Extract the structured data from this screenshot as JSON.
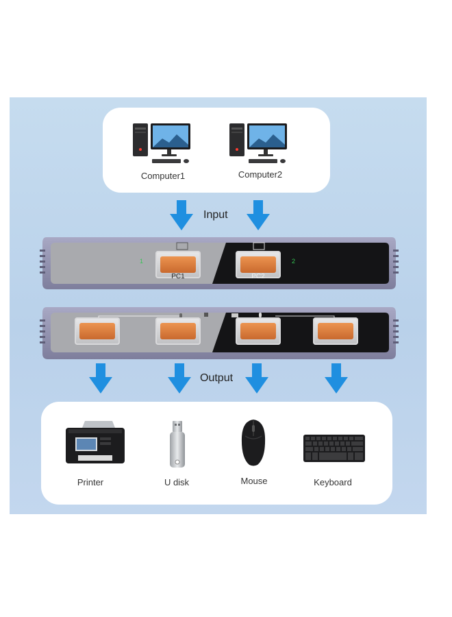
{
  "diagram": {
    "flow": {
      "input_label": "Input",
      "output_label": "Output"
    },
    "computers": [
      {
        "label": "Computer1",
        "icon": "desktop-computer-icon"
      },
      {
        "label": "Computer2",
        "icon": "desktop-computer-icon"
      }
    ],
    "input_switch": {
      "ports": [
        {
          "label": "PC1"
        },
        {
          "label": "PC2"
        }
      ],
      "indicators": [
        {
          "text": "1"
        },
        {
          "text": "2"
        }
      ]
    },
    "output_switch": {
      "port_count": 4
    },
    "peripherals": [
      {
        "label": "Printer",
        "icon": "printer-icon"
      },
      {
        "label": "U disk",
        "icon": "usb-drive-icon"
      },
      {
        "label": "Mouse",
        "icon": "mouse-icon"
      },
      {
        "label": "Keyboard",
        "icon": "keyboard-icon"
      }
    ],
    "colors": {
      "arrow": "#1f8fe0",
      "port": "#d7773a",
      "device_body": "#8f8faf",
      "panel": "#c0d6ec"
    }
  }
}
